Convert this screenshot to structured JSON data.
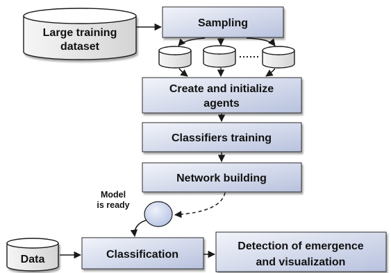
{
  "nodes": {
    "large_dataset": {
      "line1": "Large training",
      "line2": "dataset"
    },
    "sampling": "Sampling",
    "create_agents": {
      "line1": "Create and initialize",
      "line2": "agents"
    },
    "classifiers_training": "Classifiers training",
    "network_building": "Network building",
    "model_ready": {
      "line1": "Model",
      "line2": "is ready"
    },
    "data": "Data",
    "classification": "Classification",
    "detection": {
      "line1": "Detection of emergence",
      "line2": "and visualization"
    }
  },
  "colors": {
    "box_fill_light": "#f2f4fa",
    "box_fill_dark": "#b8c2de",
    "cylinder_fill": "#e4e4e4",
    "model_node_fill": "#c8d3ec",
    "stroke": "#1a1a1a"
  }
}
